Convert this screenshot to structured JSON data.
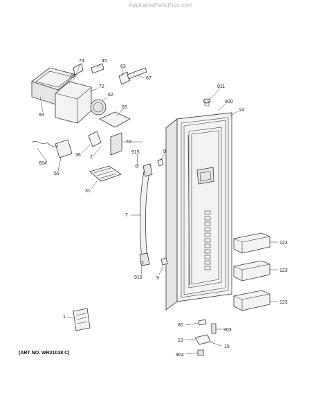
{
  "header": {
    "site": "AppliancePartsPros.com"
  },
  "art_number": "(ART NO. WR21038 C)",
  "callouts": {
    "c74": "74",
    "c45": "45",
    "c58": "58",
    "c63": "63",
    "c67": "67",
    "c72": "72",
    "c62": "62",
    "c93": "93",
    "c69": "69",
    "c911": "911",
    "c900": "900",
    "c14": "14",
    "c70": "70",
    "c36": "36",
    "c2": "2",
    "c915a": "915",
    "c9a": "9",
    "c654": "654",
    "c55": "55",
    "c31": "31",
    "c7": "7",
    "c123a": "123",
    "c915b": "915",
    "c9b": "9",
    "c123b": "123",
    "c123c": "123",
    "c1": "1",
    "c80": "80",
    "c903": "903",
    "c13": "13",
    "c15": "15",
    "c904": "904"
  }
}
